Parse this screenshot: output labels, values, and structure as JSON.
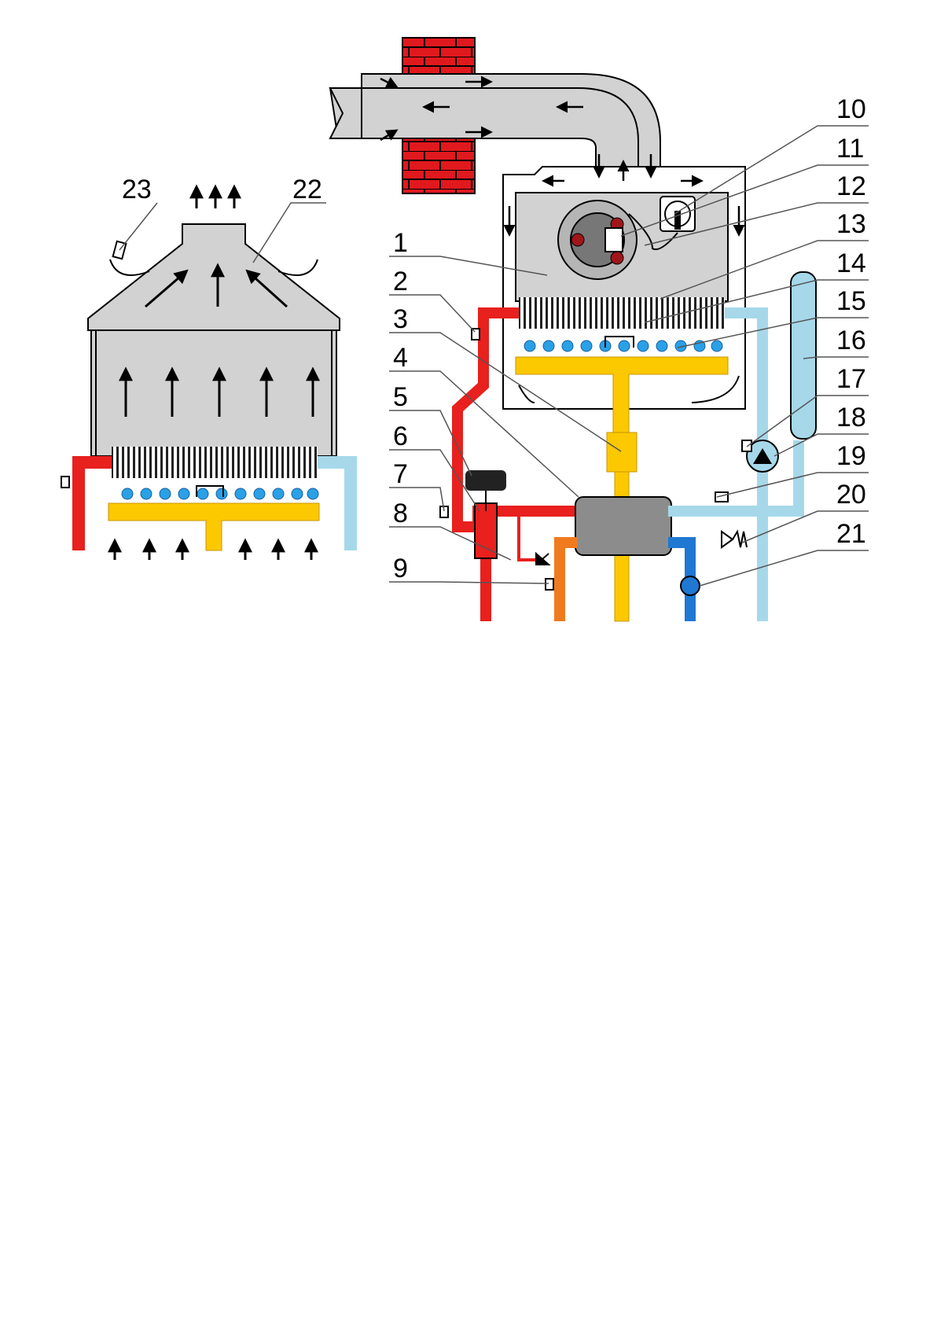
{
  "labels": {
    "l1": "1",
    "l2": "2",
    "l3": "3",
    "l4": "4",
    "l5": "5",
    "l6": "6",
    "l7": "7",
    "l8": "8",
    "l9": "9",
    "l10": "10",
    "l11": "11",
    "l12": "12",
    "l13": "13",
    "l14": "14",
    "l15": "15",
    "l16": "16",
    "l17": "17",
    "l18": "18",
    "l19": "19",
    "l20": "20",
    "l21": "21",
    "l22": "22",
    "l23": "23"
  },
  "colors": {
    "flue_grey": "#d2d2d2",
    "heating_flow_red": "#e8201e",
    "return_light_blue": "#a6d8ea",
    "gas_yellow": "#fcc800",
    "cold_water_blue": "#1f78d2",
    "hot_water_orange": "#f07a1e",
    "brick_red": "#e0191e",
    "flame_blue": "#2aa0e6",
    "exchanger_grey": "#8c8c8c"
  },
  "icons": [
    "fan-icon",
    "pressure-switch-icon",
    "pump-icon",
    "expansion-vessel-icon",
    "burner-flame-icon",
    "valve-icon",
    "brick-wall-icon",
    "flow-arrow-icon"
  ]
}
